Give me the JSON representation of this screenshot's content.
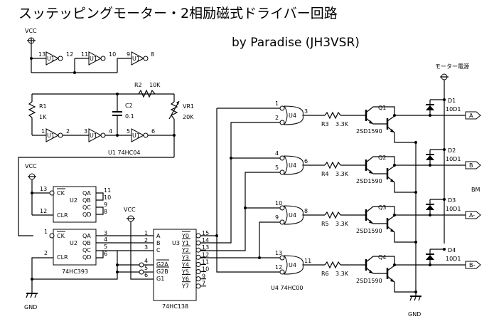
{
  "title": "スッテッピングモーター・2相励磁式ドライバー回路",
  "subtitle": "by Paradise (JH3VSR)",
  "power": {
    "vcc": "VCC",
    "gnd": "GND",
    "motor_supply": "モーター電源"
  },
  "u1": {
    "unused_gates": [
      {
        "in": "13",
        "out": "12",
        "label": "U1"
      },
      {
        "in": "11",
        "out": "10",
        "label": "U1"
      },
      {
        "in": "9",
        "out": "8",
        "label": "U1"
      }
    ],
    "osc_gates": [
      {
        "in": "1",
        "out": "2",
        "label": "U1"
      },
      {
        "in": "3",
        "out": "4",
        "label": "U1"
      },
      {
        "in": "5",
        "out": "6",
        "label": "U1"
      }
    ],
    "part": "U1  74HC04"
  },
  "passives": {
    "r1": {
      "name": "R1",
      "value": "1K"
    },
    "r2": {
      "name": "R2",
      "value": "10K"
    },
    "c2": {
      "name": "C2",
      "value": "0.1"
    },
    "vr1": {
      "name": "VR1",
      "value": "20K"
    }
  },
  "u2a": {
    "ck_pin": "13",
    "clr_pin": "12",
    "ck": "CK",
    "clr": "CLR",
    "name": "U2",
    "outputs": [
      {
        "label": "QA",
        "pin": "11"
      },
      {
        "label": "QB",
        "pin": "10"
      },
      {
        "label": "QC",
        "pin": "9"
      },
      {
        "label": "QD",
        "pin": "8"
      }
    ]
  },
  "u2b": {
    "ck_pin": "1",
    "clr_pin": "2",
    "ck": "CK",
    "clr": "CLR",
    "name": "U2",
    "part": "74HC393",
    "outputs": [
      {
        "label": "QA",
        "pin": "3"
      },
      {
        "label": "QB",
        "pin": "4"
      },
      {
        "label": "QC",
        "pin": "5"
      },
      {
        "label": "QD",
        "pin": "6"
      }
    ]
  },
  "u3": {
    "name": "U3",
    "part": "74HC138",
    "inputs": [
      {
        "label": "A",
        "pin": "1"
      },
      {
        "label": "B",
        "pin": "2"
      },
      {
        "label": "C",
        "pin": "3"
      },
      {
        "label": "G2A",
        "pin": "4"
      },
      {
        "label": "G2B",
        "pin": "5"
      },
      {
        "label": "G1",
        "pin": "6"
      }
    ],
    "outputs": [
      {
        "label": "Y0",
        "pin": "15"
      },
      {
        "label": "Y1",
        "pin": "14"
      },
      {
        "label": "Y2",
        "pin": "13"
      },
      {
        "label": "Y3",
        "pin": "12"
      },
      {
        "label": "Y4",
        "pin": "11"
      },
      {
        "label": "Y5",
        "pin": "10"
      },
      {
        "label": "Y6",
        "pin": "9"
      },
      {
        "label": "Y7",
        "pin": "7"
      }
    ]
  },
  "u4": {
    "part": "U4 74HC00",
    "gates": [
      {
        "in1": "1",
        "in2": "2",
        "out": "3",
        "label": "U4"
      },
      {
        "in1": "4",
        "in2": "5",
        "out": "6",
        "label": "U4"
      },
      {
        "in1": "10",
        "in2": "9",
        "out": "8",
        "label": "U4"
      },
      {
        "in1": "13",
        "in2": "12",
        "out": "11",
        "label": "U4"
      }
    ]
  },
  "drivers": [
    {
      "r": "R3",
      "rv": "3.3K",
      "q": "Q1",
      "qt": "2SD1590",
      "d": "D1",
      "dt": "10D1",
      "out": "A"
    },
    {
      "r": "R4",
      "rv": "3.3K",
      "q": "Q2",
      "qt": "2SD1590",
      "d": "D2",
      "dt": "10D1",
      "out": "B"
    },
    {
      "r": "R5",
      "rv": "3.3K",
      "q": "Q3",
      "qt": "2SD1590",
      "d": "D3",
      "dt": "10D1",
      "out": "A-"
    },
    {
      "r": "R6",
      "rv": "3.3K",
      "q": "Q4",
      "qt": "2SD1590",
      "d": "D4",
      "dt": "10D1",
      "out": "B-"
    }
  ],
  "motor_label": "BM"
}
